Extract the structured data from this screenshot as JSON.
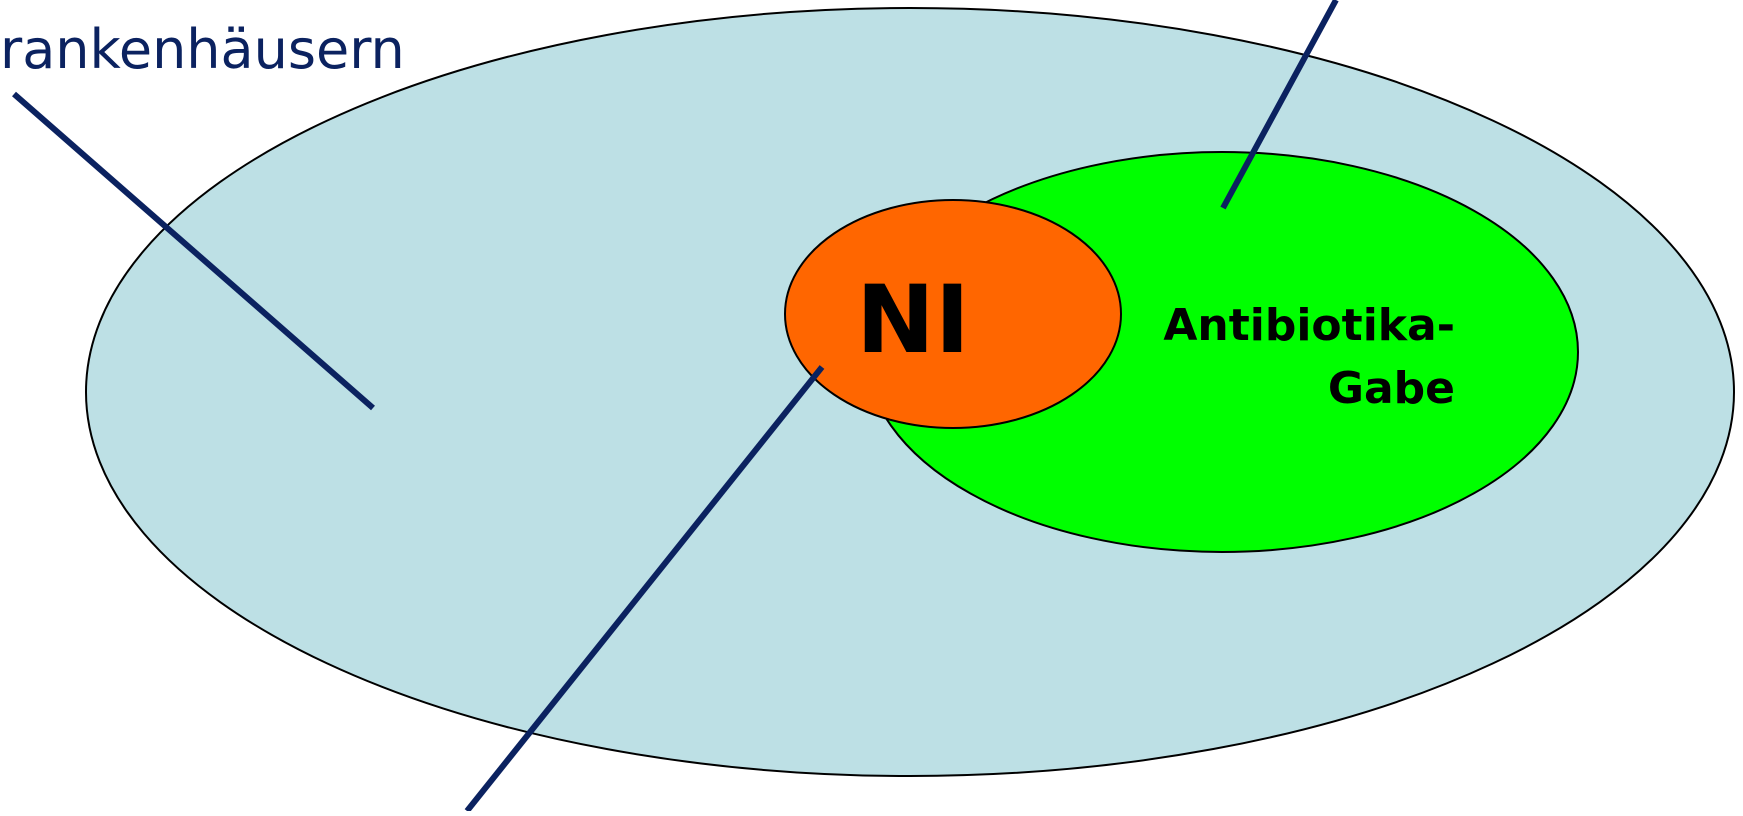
{
  "diagram": {
    "caption_partial_line1": "",
    "caption_partial_line2": "rankenhäusern",
    "sets": [
      {
        "id": "hospital-patients",
        "label": "",
        "fill": "#bde0e5"
      },
      {
        "id": "antibiotic-use",
        "label_lines": [
          "Antibiotika-",
          "Gabe"
        ],
        "fill": "#00ff00"
      },
      {
        "id": "nosocomial-infections",
        "label": "NI",
        "fill": "#ff6600"
      }
    ],
    "colors": {
      "outline": "#000000",
      "pointer_line": "#0b2260",
      "caption_text": "#0b2260",
      "label_text": "#000000",
      "background": "#ffffff"
    }
  }
}
